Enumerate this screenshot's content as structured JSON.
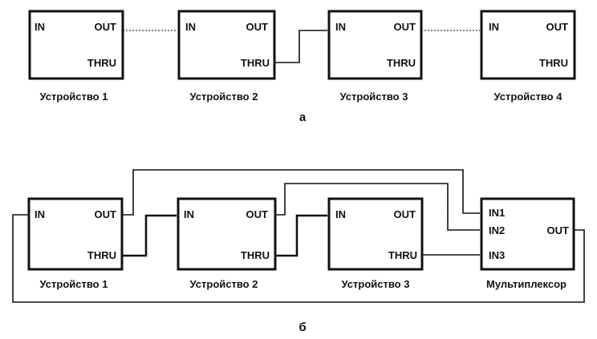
{
  "port_labels": {
    "in": "IN",
    "out": "OUT",
    "thru": "THRU",
    "in1": "IN1",
    "in2": "IN2",
    "in3": "IN3"
  },
  "diagram_a": {
    "figure_label": "а",
    "devices": [
      {
        "caption": "Устройство 1"
      },
      {
        "caption": "Устройство 2"
      },
      {
        "caption": "Устройство 3"
      },
      {
        "caption": "Устройство 4"
      }
    ]
  },
  "diagram_b": {
    "figure_label": "б",
    "devices": [
      {
        "caption": "Устройство 1"
      },
      {
        "caption": "Устройство 2"
      },
      {
        "caption": "Устройство 3"
      }
    ],
    "multiplexer": {
      "caption": "Мультиплексор"
    }
  }
}
